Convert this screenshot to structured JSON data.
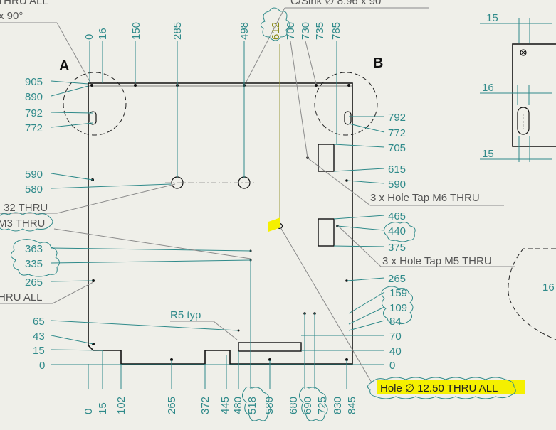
{
  "colors": {
    "dimension": "#2f8a8a",
    "leader": "#8a8a8a",
    "part": "#111111",
    "highlight": "#f5f000",
    "background": "#efefe9"
  },
  "top_notes": {
    "csink": "C/Sink ∅ 8.96 x 90",
    "partial_left_1": "THRU ALL",
    "partial_left_2": "x 90°"
  },
  "corners": {
    "a": "A",
    "b": "B"
  },
  "x_top_dims": [
    "0",
    "16",
    "150",
    "285",
    "498",
    "612",
    "700",
    "730",
    "735",
    "785"
  ],
  "x_bottom_dims": [
    "0",
    "15",
    "102",
    "265",
    "372",
    "445",
    "480",
    "518",
    "580",
    "680",
    "690",
    "725",
    "830",
    "845"
  ],
  "y_left_dims": [
    "905",
    "890",
    "792",
    "772",
    "590",
    "580",
    "363",
    "335",
    "265",
    "65",
    "43",
    "15",
    "0"
  ],
  "y_right_dims": [
    "792",
    "772",
    "705",
    "615",
    "590",
    "465",
    "440",
    "375",
    "265",
    "159",
    "109",
    "84",
    "70",
    "40",
    "0"
  ],
  "callouts": {
    "tap_m6": "3 x Hole Tap M6 THRU",
    "tap_m5": "3 x Hole Tap M5 THRU",
    "partial_32": "32 THRU",
    "partial_m3": "M3 THRU",
    "partial_thru_all": "HRU ALL",
    "r5": "R5 typ",
    "hole_1250": "Hole ∅ 12.50 THRU ALL"
  },
  "detail_right": {
    "top": "15",
    "mid": "16",
    "bottom": "15",
    "side_partial": "16"
  }
}
